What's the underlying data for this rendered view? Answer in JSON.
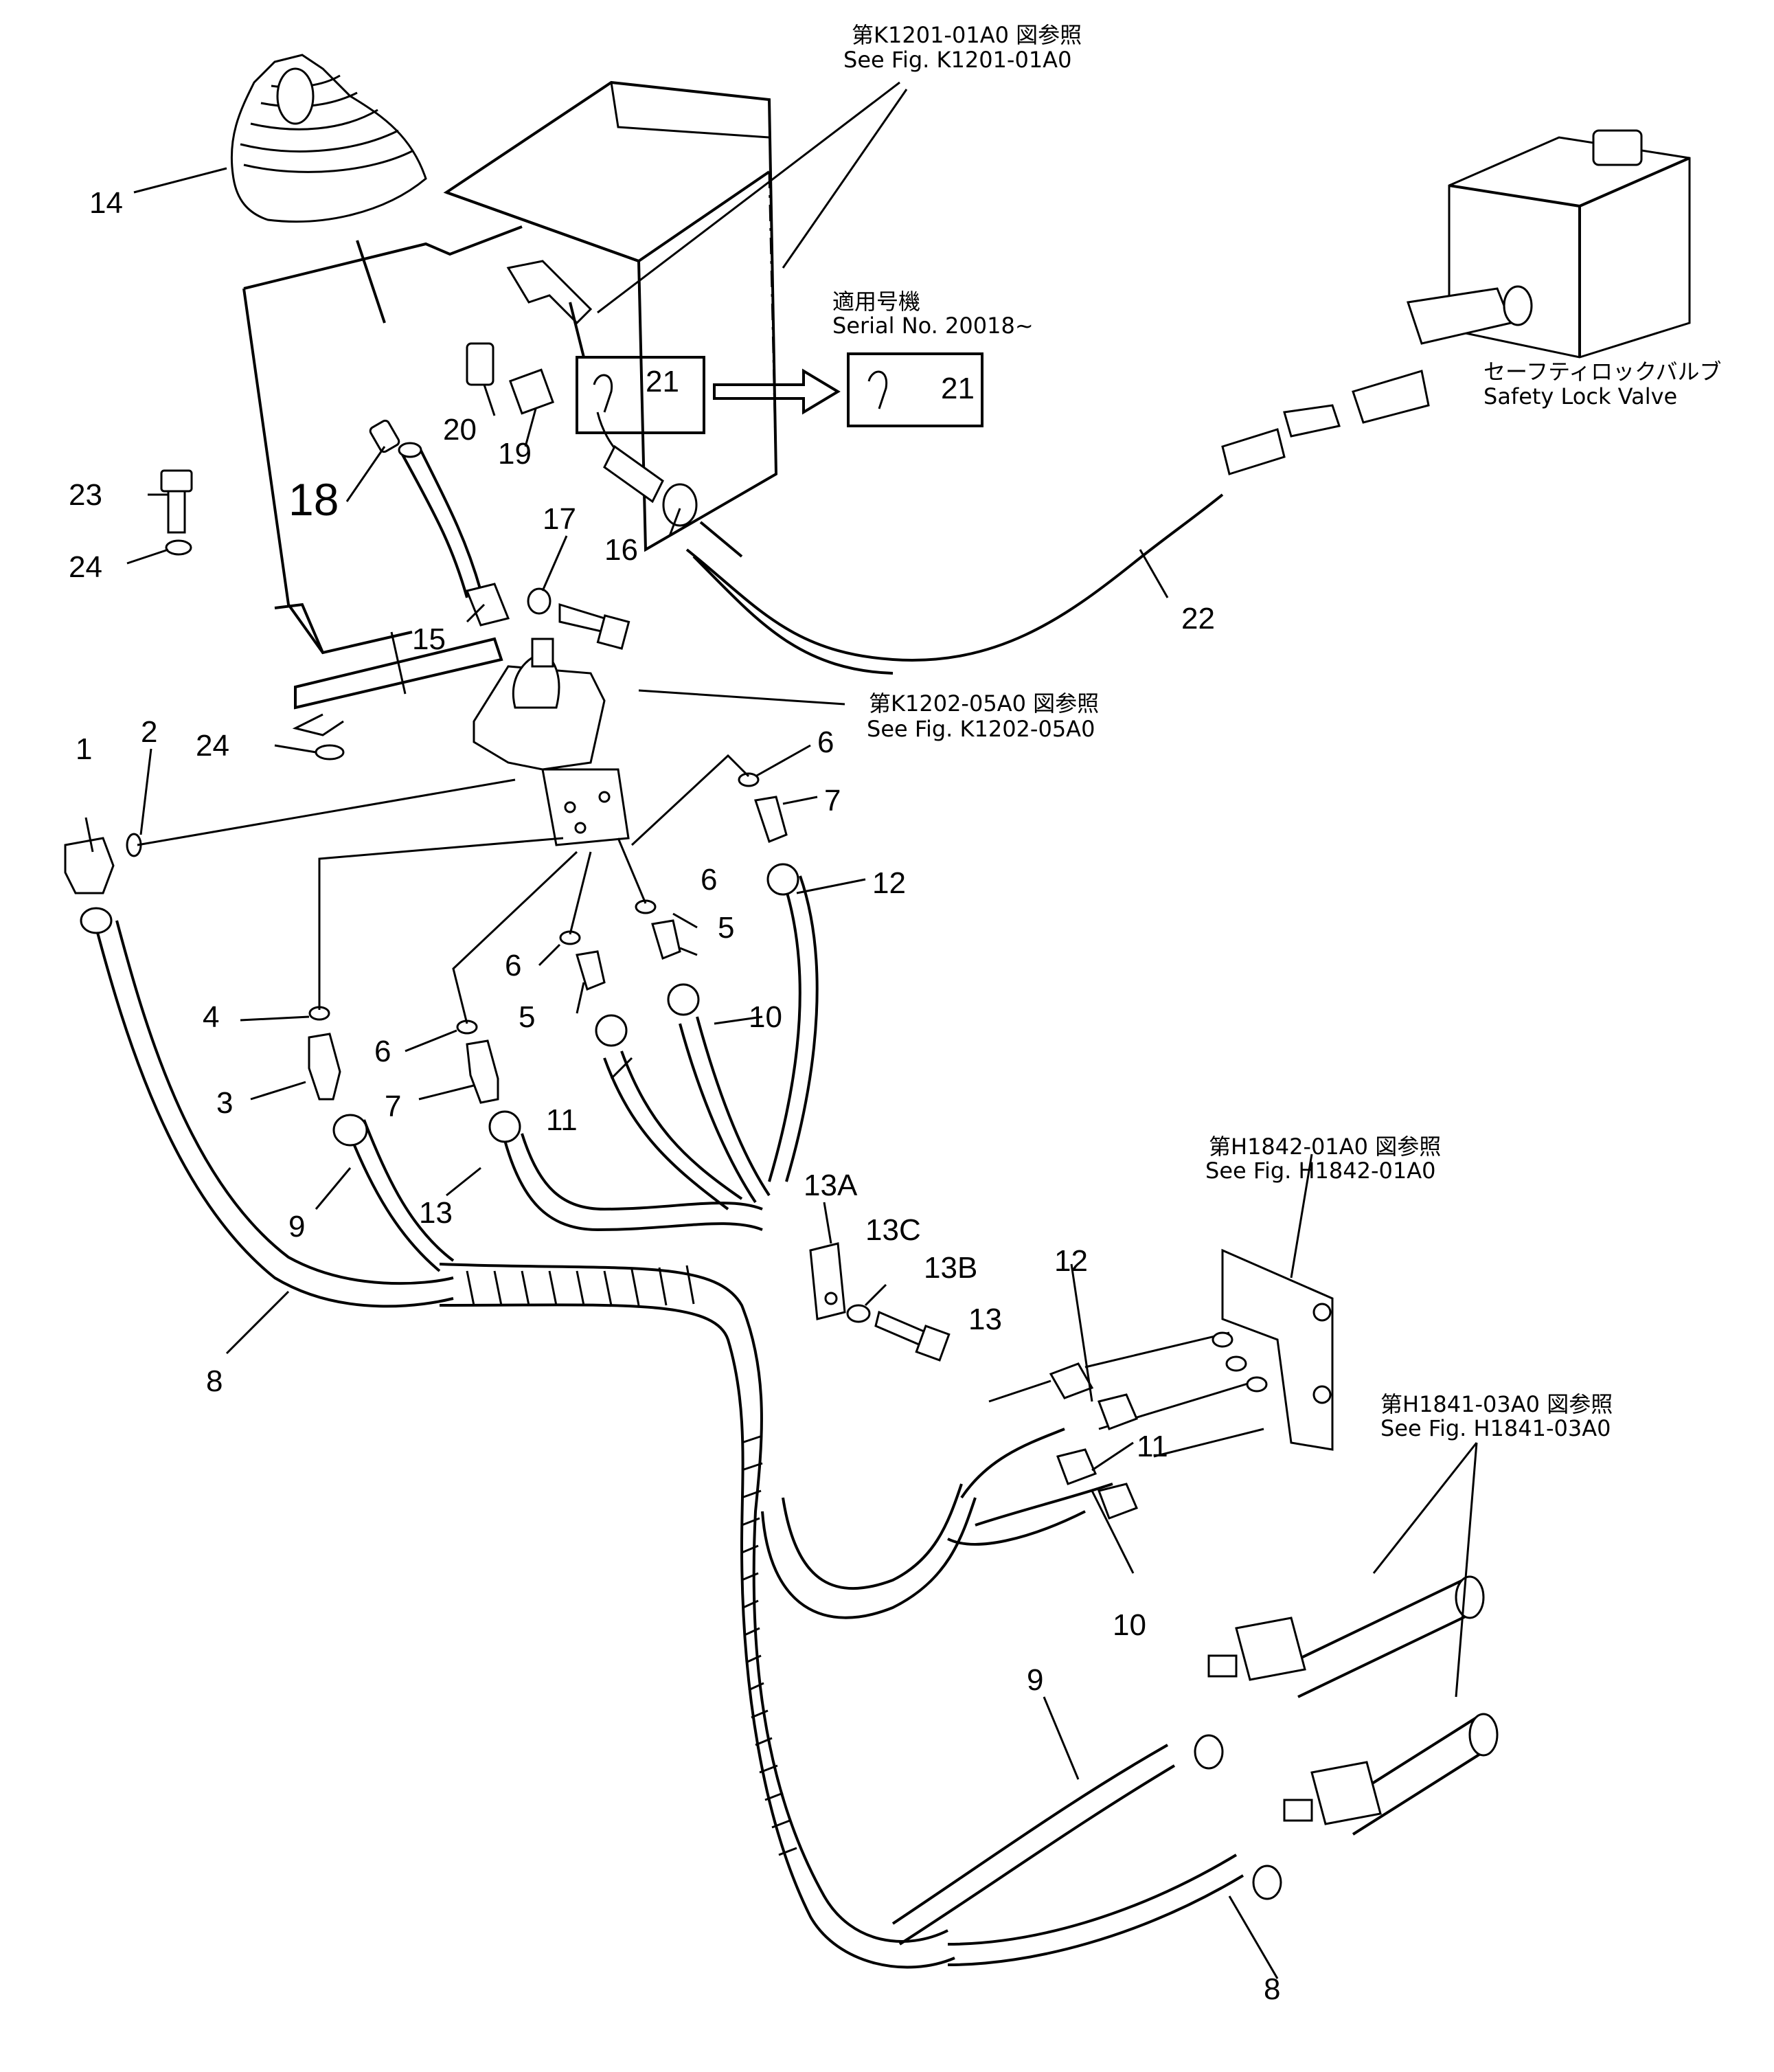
{
  "references": {
    "k1201_jp": "第K1201-01A0 図参照",
    "k1201_en": "See Fig. K1201-01A0",
    "serial_jp": "適用号機",
    "serial_en": "Serial  No.  20018~",
    "safety_jp": "セーフティロックバルブ",
    "safety_en": "Safety  Lock  Valve",
    "k1202_jp": "第K1202-05A0 図参照",
    "k1202_en": "See Fig. K1202-05A0",
    "h1842_jp": "第H1842-01A0 図参照",
    "h1842_en": "See Fig. H1842-01A0",
    "h1841_jp": "第H1841-03A0 図参照",
    "h1841_en": "See Fig. H1841-03A0"
  },
  "part_numbers": {
    "p1": "1",
    "p2": "2",
    "p3": "3",
    "p4": "4",
    "p5a": "5",
    "p5b": "5",
    "p6a": "6",
    "p6b": "6",
    "p6c": "6",
    "p6d": "6",
    "p7a": "7",
    "p7b": "7",
    "p8a": "8",
    "p8b": "8",
    "p9a": "9",
    "p9b": "9",
    "p10a": "10",
    "p10b": "10",
    "p11a": "11",
    "p11b": "11",
    "p12a": "12",
    "p12b": "12",
    "p13a": "13",
    "p13b": "13",
    "p13A": "13A",
    "p13B": "13B",
    "p13C": "13C",
    "p14": "14",
    "p15": "15",
    "p16": "16",
    "p17": "17",
    "p18": "18",
    "p19": "19",
    "p20": "20",
    "p21a": "21",
    "p21b": "21",
    "p22": "22",
    "p23": "23",
    "p24a": "24",
    "p24b": "24"
  }
}
